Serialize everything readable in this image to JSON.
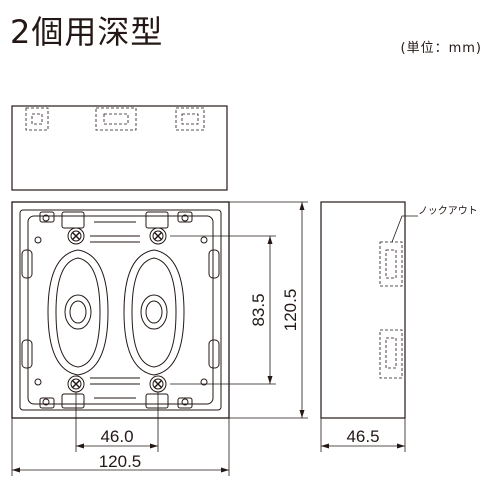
{
  "title": "2個用深型",
  "unit_label": "(単位：mm)",
  "callout_label": "ノックアウト",
  "dimensions": {
    "screw_pitch_horizontal": "46.0",
    "screw_pitch_vertical": "83.5",
    "outer_width": "120.5",
    "outer_height": "120.5",
    "depth": "46.5"
  },
  "colors": {
    "line": "#231815",
    "background": "#ffffff"
  }
}
